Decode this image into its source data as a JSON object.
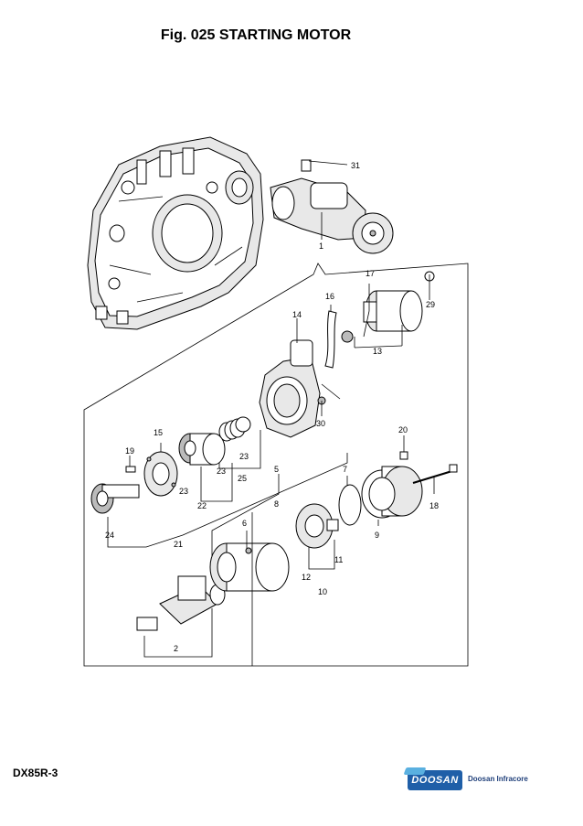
{
  "title": "Fig. 025 STARTING MOTOR",
  "model": "DX85R-3",
  "brand": {
    "logo_text": "DOOSAN",
    "subtitle": "Doosan Infracore",
    "color": "#1f5fa8"
  },
  "callouts": {
    "p1": "1",
    "p2": "2",
    "p5": "5",
    "p6": "6",
    "p7": "7",
    "p8": "8",
    "p9": "9",
    "p10": "10",
    "p11": "11",
    "p12": "12",
    "p13": "13",
    "p14": "14",
    "p15": "15",
    "p16": "16",
    "p17": "17",
    "p18": "18",
    "p19": "19",
    "p20": "20",
    "p21": "21",
    "p22": "22",
    "p23a": "23",
    "p23b": "23",
    "p24": "24",
    "p25a": "25",
    "p25b": "25",
    "p29": "29",
    "p30": "30",
    "p31": "31"
  }
}
